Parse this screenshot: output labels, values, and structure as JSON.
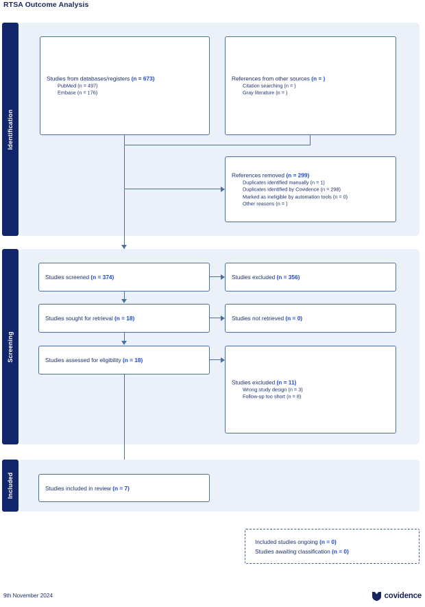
{
  "title": "RTSA Outcome Analysis",
  "stages": [
    {
      "id": "identification",
      "label": "Identification"
    },
    {
      "id": "screening",
      "label": "Screening"
    },
    {
      "id": "included",
      "label": "Included"
    }
  ],
  "boxes": {
    "databases": {
      "main": "Studies from databases/registers ",
      "main_count": "(n = 673)",
      "sub": [
        "PubMed (n = 497)",
        "Embase (n = 176)"
      ]
    },
    "other_sources": {
      "main": "References from other sources ",
      "main_count": "(n = )",
      "sub": [
        "Citation searching (n = )",
        "Gray literature (n = )"
      ]
    },
    "references_removed": {
      "main": "References removed ",
      "main_count": "(n = 299)",
      "sub": [
        "Duplicates identified manually (n = 1)",
        "Duplicates identified by Covidence (n = 298)",
        "Marked as ineligible by automation tools (n = 0)",
        "Other reasons (n = )"
      ]
    },
    "screened": {
      "main": "Studies screened ",
      "main_count": "(n = 374)"
    },
    "screened_excluded": {
      "main": "Studies excluded ",
      "main_count": "(n = 356)"
    },
    "sought": {
      "main": "Studies sought for retrieval ",
      "main_count": "(n = 18)"
    },
    "not_retrieved": {
      "main": "Studies not retrieved ",
      "main_count": "(n = 0)"
    },
    "assessed": {
      "main": "Studies assessed for eligibility ",
      "main_count": "(n = 18)"
    },
    "eligibility_excluded": {
      "main": "Studies excluded ",
      "main_count": "(n = 11)",
      "sub": [
        "Wrong study design (n = 3)",
        "Follow-up too short (n = 8)"
      ]
    },
    "included_review": {
      "main": "Studies included in review ",
      "main_count": "(n = 7)"
    },
    "ongoing": {
      "line1": "Included studies ongoing ",
      "line1_count": "(n = 0)",
      "line2": "Studies awaiting classification ",
      "line2_count": "(n = 0)"
    }
  },
  "footer": {
    "date": "9th November 2024",
    "brand": "covidence"
  },
  "colors": {
    "stage_tab": "#12276b",
    "band": "#eaf1fb",
    "box_border": "#4a6fa5",
    "text": "#1c3070",
    "count": "#1e49d6",
    "title": "#17255c"
  }
}
